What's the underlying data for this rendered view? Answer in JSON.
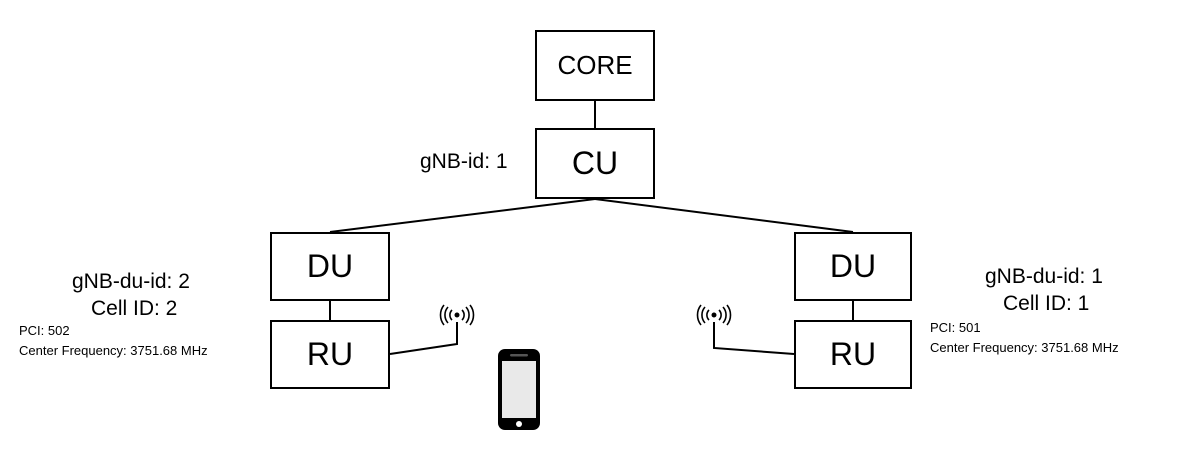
{
  "nodes": {
    "core": "CORE",
    "cu": "CU",
    "du_left": "DU",
    "ru_left": "RU",
    "du_right": "DU",
    "ru_right": "RU"
  },
  "labels": {
    "cu_id": "gNB-id: 1",
    "left": {
      "du_id": "gNB-du-id: 2",
      "cell_id": "Cell ID: 2",
      "pci": "PCI: 502",
      "frequency": "Center Frequency: 3751.68 MHz"
    },
    "right": {
      "du_id": "gNB-du-id: 1",
      "cell_id": "Cell ID: 1",
      "pci": "PCI: 501",
      "frequency": "Center Frequency: 3751.68 MHz"
    }
  },
  "icons": [
    "antenna-icon",
    "antenna-icon",
    "smartphone-icon"
  ]
}
